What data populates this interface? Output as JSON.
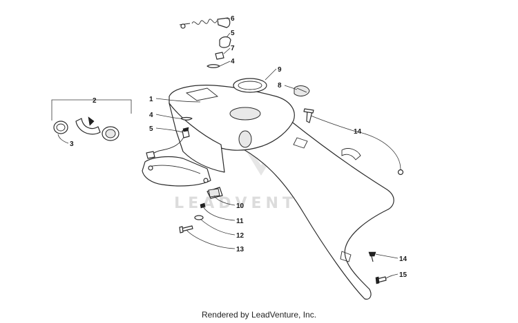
{
  "watermark": "LEADVENTURE",
  "credit": "Rendered by LeadVenture, Inc.",
  "callouts": {
    "c1": "1",
    "c2": "2",
    "c3": "3",
    "c4a": "4",
    "c4b": "4",
    "c5a": "5",
    "c5b": "5",
    "c6": "6",
    "c7": "7",
    "c8": "8",
    "c9": "9",
    "c10": "10",
    "c11": "11",
    "c12": "12",
    "c13": "13",
    "c14a": "14",
    "c14b": "14",
    "c15": "15"
  }
}
